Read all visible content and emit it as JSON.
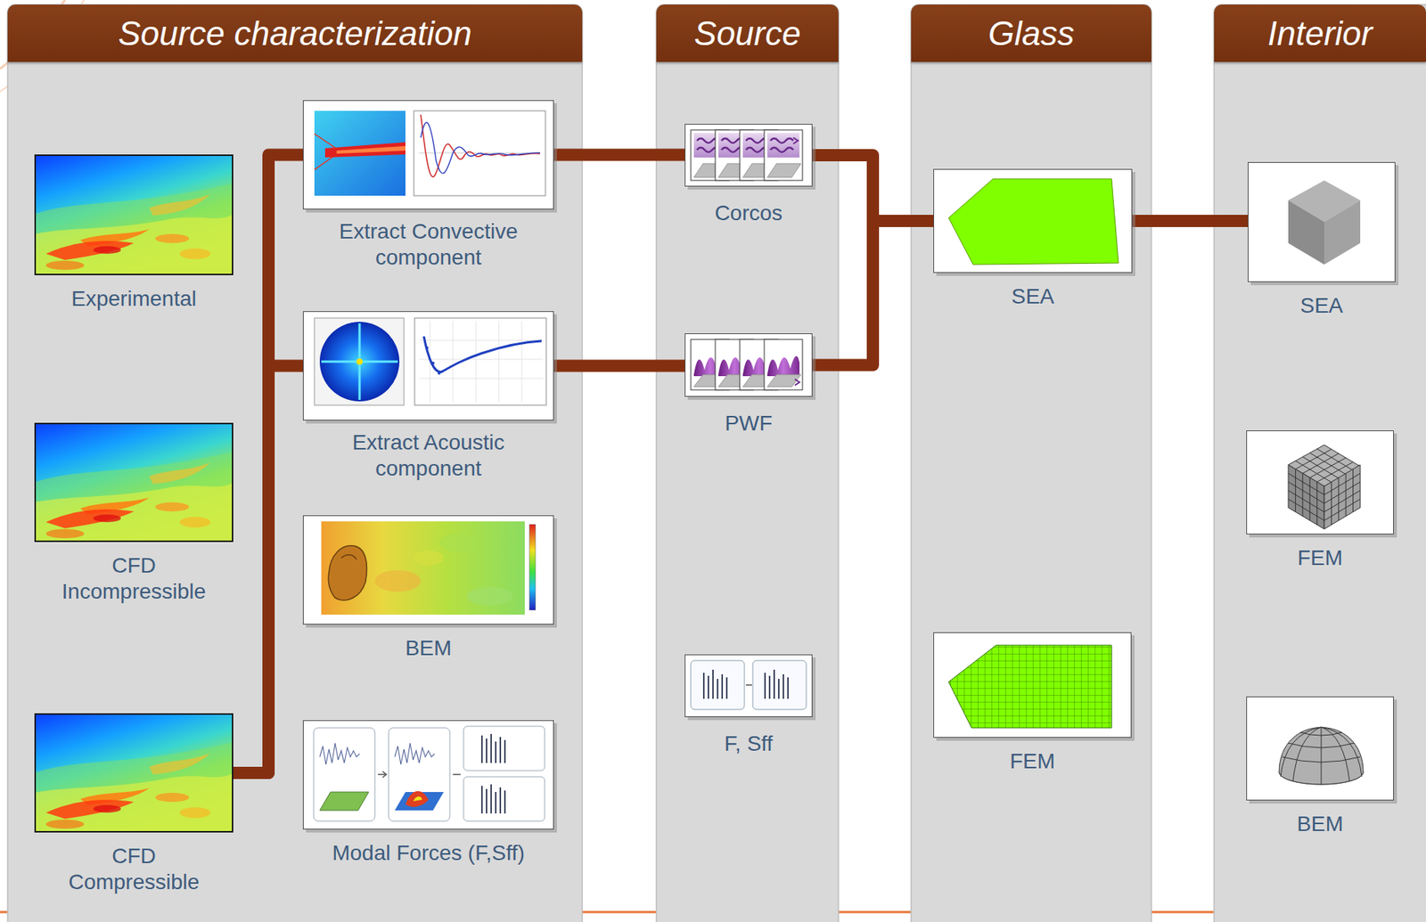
{
  "diagram": {
    "nodes": [
      {
        "text": [
          "Source characterization"
        ]
      },
      {
        "text": [
          "Experimental"
        ],
        "in": 0
      },
      {
        "text": [
          "Extract Convective component"
        ],
        "in": 0
      },
      {
        "text": [
          "Extract Acoustic component"
        ],
        "in": 0
      },
      {
        "text": [
          "CFD Incompressible"
        ],
        "in": 0
      },
      {
        "text": [
          "BEM"
        ],
        "in": 0
      },
      {
        "text": [
          "CFD Compressible"
        ],
        "in": 0
      },
      {
        "text": [
          "Modal Forces (F,Sff)"
        ],
        "in": 0
      },
      {
        "text": [
          "Source"
        ]
      },
      {
        "text": [
          "Corcos"
        ],
        "in": 8
      },
      {
        "text": [
          "PWF"
        ],
        "in": 8
      },
      {
        "text": [
          "F, Sff"
        ],
        "in": 8
      },
      {
        "text": [
          "Glass"
        ]
      },
      {
        "text": [
          "SEA"
        ],
        "in": 12
      },
      {
        "text": [
          "FEM"
        ],
        "in": 12
      },
      {
        "text": [
          "Interior"
        ]
      },
      {
        "text": [
          "SEA"
        ],
        "in": 15
      },
      {
        "text": [
          "FEM"
        ],
        "in": 15
      },
      {
        "text": [
          "BEM"
        ],
        "in": 15
      }
    ],
    "edges": [
      {
        "from": 6,
        "to": 2,
        "arrow": "none"
      },
      {
        "from": 6,
        "to": 3,
        "arrow": "none"
      },
      {
        "from": 2,
        "to": 9,
        "arrow": "none"
      },
      {
        "from": 3,
        "to": 10,
        "arrow": "none"
      },
      {
        "from": 9,
        "to": 13,
        "arrow": "none"
      },
      {
        "from": 10,
        "to": 13,
        "arrow": "none"
      },
      {
        "from": 13,
        "to": 16,
        "arrow": "none"
      }
    ]
  }
}
